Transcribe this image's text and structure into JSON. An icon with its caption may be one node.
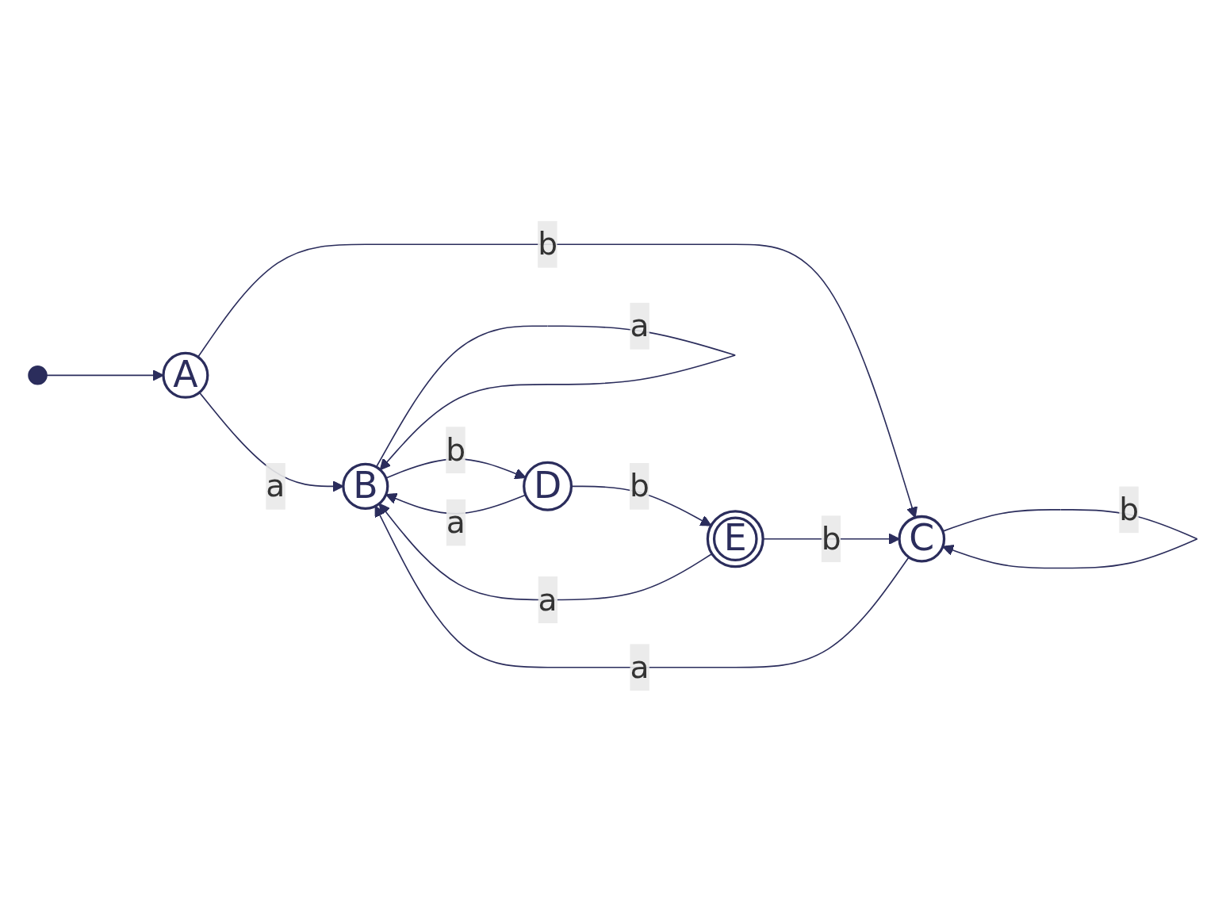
{
  "diagram": {
    "nodes": [
      {
        "text": [
          "A"
        ]
      },
      {
        "text": [
          "B"
        ]
      },
      {
        "text": [
          "C"
        ]
      },
      {
        "text": [
          "D"
        ]
      },
      {
        "text": [
          "E"
        ]
      }
    ],
    "edges": [
      {
        "from": null,
        "to": 0,
        "arrow": "to"
      },
      {
        "from": 0,
        "to": 1,
        "arrow": "to",
        "label": "a"
      },
      {
        "from": 0,
        "to": 2,
        "arrow": "to",
        "label": "b"
      },
      {
        "from": 1,
        "to": 1,
        "arrow": "to",
        "label": "a"
      },
      {
        "from": 2,
        "to": 1,
        "arrow": "to",
        "label": "a"
      },
      {
        "from": 2,
        "to": 2,
        "arrow": "to",
        "label": "b"
      },
      {
        "from": 1,
        "to": 3,
        "arrow": "to",
        "label": "b"
      },
      {
        "from": 3,
        "to": 1,
        "arrow": "to",
        "label": "a"
      },
      {
        "from": 3,
        "to": 4,
        "arrow": "to",
        "label": "b"
      },
      {
        "from": 4,
        "to": 1,
        "arrow": "to",
        "label": "a"
      },
      {
        "from": 4,
        "to": 2,
        "arrow": "to",
        "label": "b"
      }
    ]
  }
}
